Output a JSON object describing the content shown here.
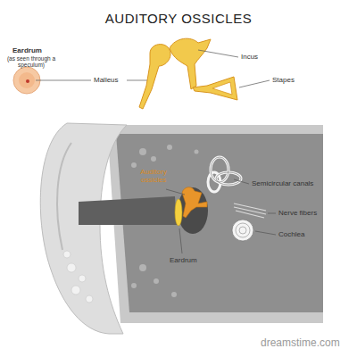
{
  "diagram": {
    "title": "AUDITORY OSSICLES",
    "labels": [
      "Eardrum",
      "(as seen through a speculum)",
      "Malleus",
      "Incus",
      "Stapes",
      "Auditory ossicles",
      "Semicircular canals",
      "Nerve fibers",
      "Cochlea",
      "Eardrum",
      "dreamstime.com"
    ]
  }
}
